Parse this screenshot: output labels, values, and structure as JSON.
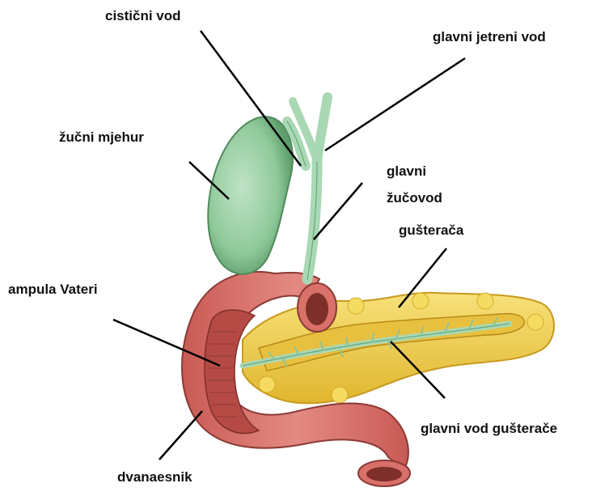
{
  "labels": {
    "cystic_duct": "cistični vod",
    "common_hepatic_duct": "glavni  jetreni vod",
    "gallbladder": "žučni mjehur",
    "common_bile_duct_line1": "glavni",
    "common_bile_duct_line2": "žučovod",
    "pancreas": "gušterača",
    "ampulla": "ampula Vateri",
    "pancreatic_duct": "glavni vod gušterače",
    "duodenum": "dvanaesnik"
  },
  "colors": {
    "gallbladder": "#8fc99a",
    "duct": "#a9d8b4",
    "duodenum": "#d9706a",
    "duodenum_inner": "#b84c46",
    "pancreas": "#f2d24a",
    "leader_line": "#000000"
  }
}
